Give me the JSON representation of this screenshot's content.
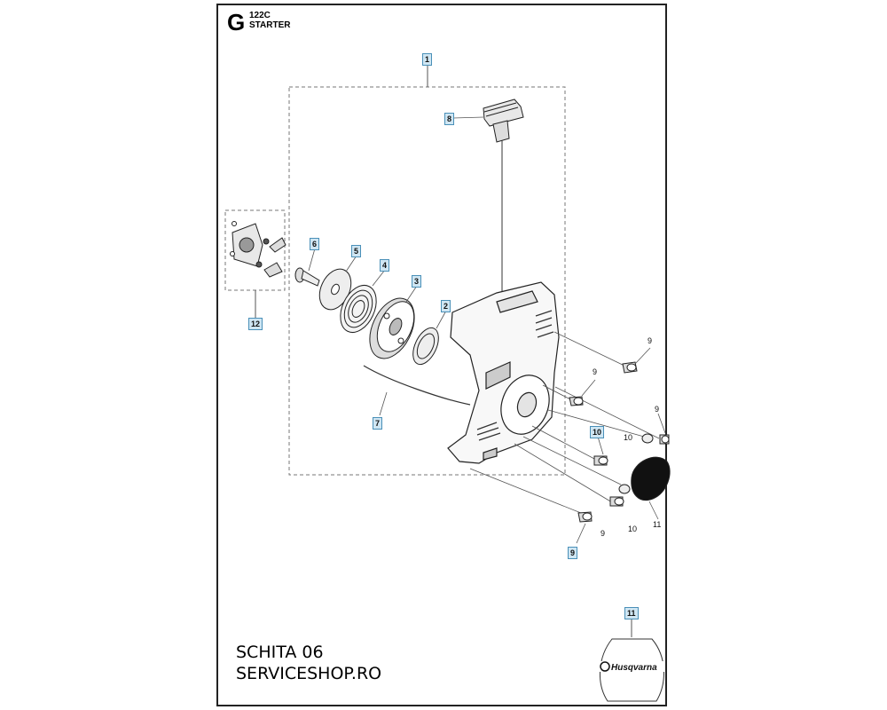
{
  "sheet": {
    "letter": "G",
    "model": "122C",
    "name": "STARTER"
  },
  "footer": {
    "line1": "SCHITA 06",
    "line2": "SERVICESHOP.RO"
  },
  "tags": {
    "t1": "1",
    "t2": "2",
    "t3": "3",
    "t4": "4",
    "t5": "5",
    "t6": "6",
    "t7": "7",
    "t8": "8",
    "t12": "12",
    "t10": "10",
    "t9": "9",
    "t11": "11"
  },
  "plain_labels": {
    "p9a": "9",
    "p9b": "9",
    "p9c": "9",
    "p9d": "9",
    "p10a": "10",
    "p10b": "10",
    "p11": "11"
  },
  "decal": {
    "brand": "Husqvarna"
  }
}
